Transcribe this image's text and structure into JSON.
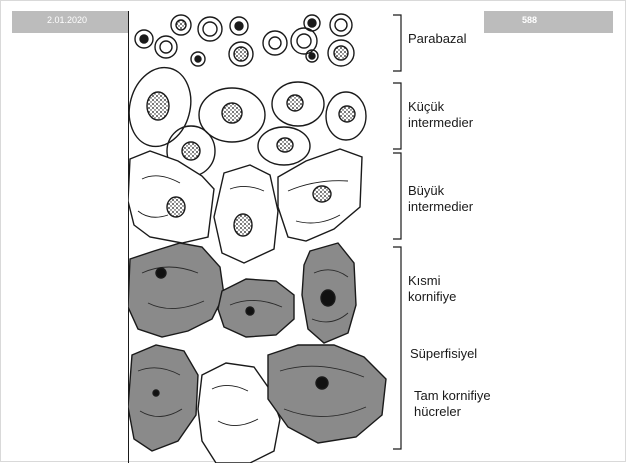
{
  "header": {
    "date": "2.01.2020",
    "page_number": "588",
    "bar_color": "#bcbcbc"
  },
  "figure": {
    "stage_labels": [
      {
        "lines": [
          "Parabazal"
        ]
      },
      {
        "lines": [
          "Küçük",
          "intermedier"
        ]
      },
      {
        "lines": [
          "Büyük",
          "intermedier"
        ]
      },
      {
        "lines": [
          "Kısmi",
          "kornifiye"
        ]
      },
      {
        "lines": [
          "Süperfisiyel"
        ]
      },
      {
        "lines": [
          "Tam kornifiye",
          "hücreler"
        ]
      }
    ],
    "colors": {
      "keratinized_cell_fill": "#8a8a8a",
      "outline": "#1a1a1a"
    }
  }
}
